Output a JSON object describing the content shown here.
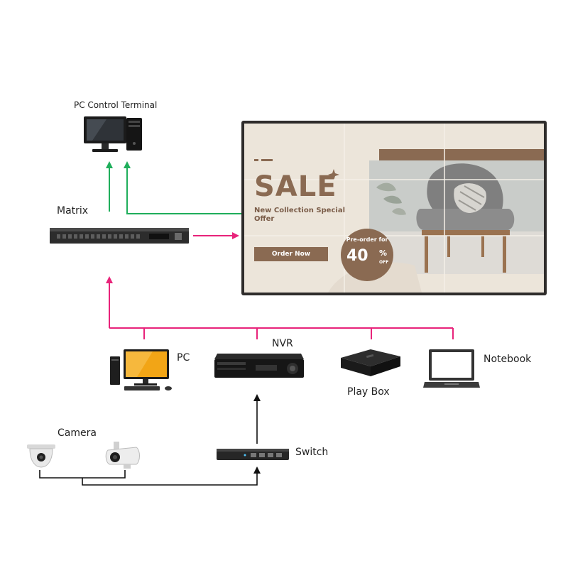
{
  "labels": {
    "pc_control_terminal": "PC Control Terminal",
    "matrix": "Matrix",
    "pc": "PC",
    "nvr": "NVR",
    "play_box": "Play Box",
    "notebook": "Notebook",
    "camera": "Camera",
    "switch": "Switch"
  },
  "video_wall": {
    "title": "SALE",
    "subtitle": "New Collection Special Offer",
    "button": "Order Now",
    "badge_pre": "Pre-order for",
    "badge_value": "40",
    "badge_percent": "%",
    "badge_off": "OFF"
  },
  "colors": {
    "control_line": "#1fae5b",
    "video_line": "#e8237a",
    "network_line": "#111111",
    "brand_brown": "#8a6a52"
  },
  "icons": {
    "pc_control_terminal": "desktop-computer-icon",
    "matrix": "matrix-rack-icon",
    "pc": "desktop-computer-icon",
    "nvr": "nvr-recorder-icon",
    "play_box": "tv-box-icon",
    "notebook": "laptop-icon",
    "camera": "security-camera-icon",
    "switch": "network-switch-icon"
  }
}
